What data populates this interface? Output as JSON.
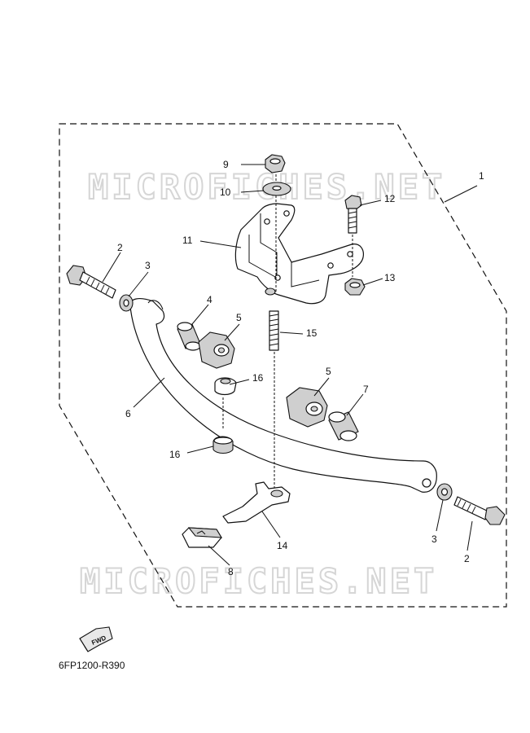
{
  "watermark": "MICROFICHES.NET",
  "figure_code": "6FP1200-R390",
  "fwd_label": "FWD",
  "callouts": {
    "c1": "1",
    "c2a": "2",
    "c2b": "2",
    "c3a": "3",
    "c3b": "3",
    "c4": "4",
    "c5a": "5",
    "c5b": "5",
    "c6": "6",
    "c7": "7",
    "c8": "8",
    "c9": "9",
    "c10": "10",
    "c11": "11",
    "c12": "12",
    "c13": "13",
    "c14": "14",
    "c15": "15",
    "c16a": "16",
    "c16b": "16"
  }
}
